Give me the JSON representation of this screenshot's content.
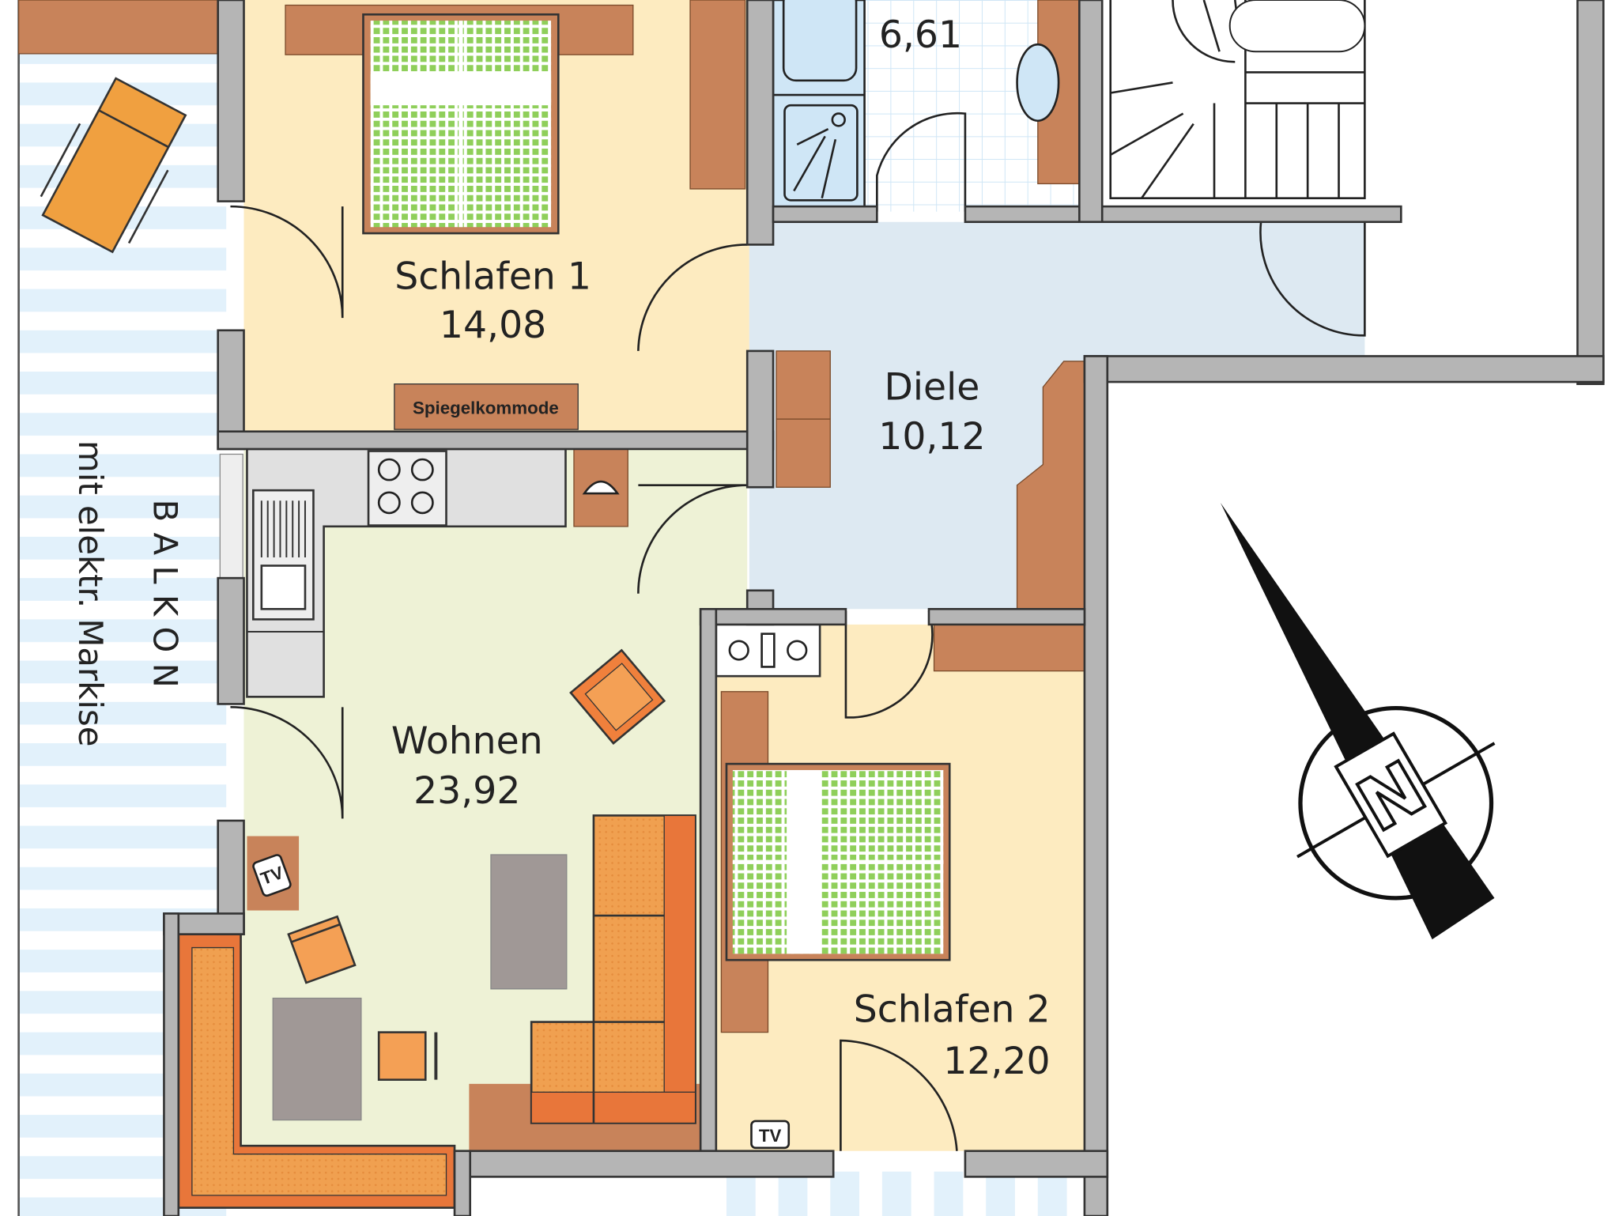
{
  "plan": {
    "rooms": {
      "bad": {
        "area": "6,61"
      },
      "schlafen1": {
        "name": "Schlafen 1",
        "area": "14,08"
      },
      "diele": {
        "name": "Diele",
        "area": "10,12"
      },
      "wohnen": {
        "name": "Wohnen",
        "area": "23,92"
      },
      "schlafen2": {
        "name": "Schlafen 2",
        "area": "12,20"
      }
    },
    "furniture": {
      "spiegelkommode": "Spiegelkommode",
      "tv_wohnen": "TV",
      "tv_schlafen2": "TV"
    },
    "balcony": {
      "title": "B A L K O N",
      "subtitle": "mit elektr. Markise"
    },
    "compass": {
      "letter": "N"
    }
  },
  "colors": {
    "bedroom": "#fdebc0",
    "living": "#eef2d6",
    "hall": "#dde9f2",
    "wall": "#b5b5b5",
    "wood": "#c88a5e",
    "sofa": "#f0a050"
  }
}
